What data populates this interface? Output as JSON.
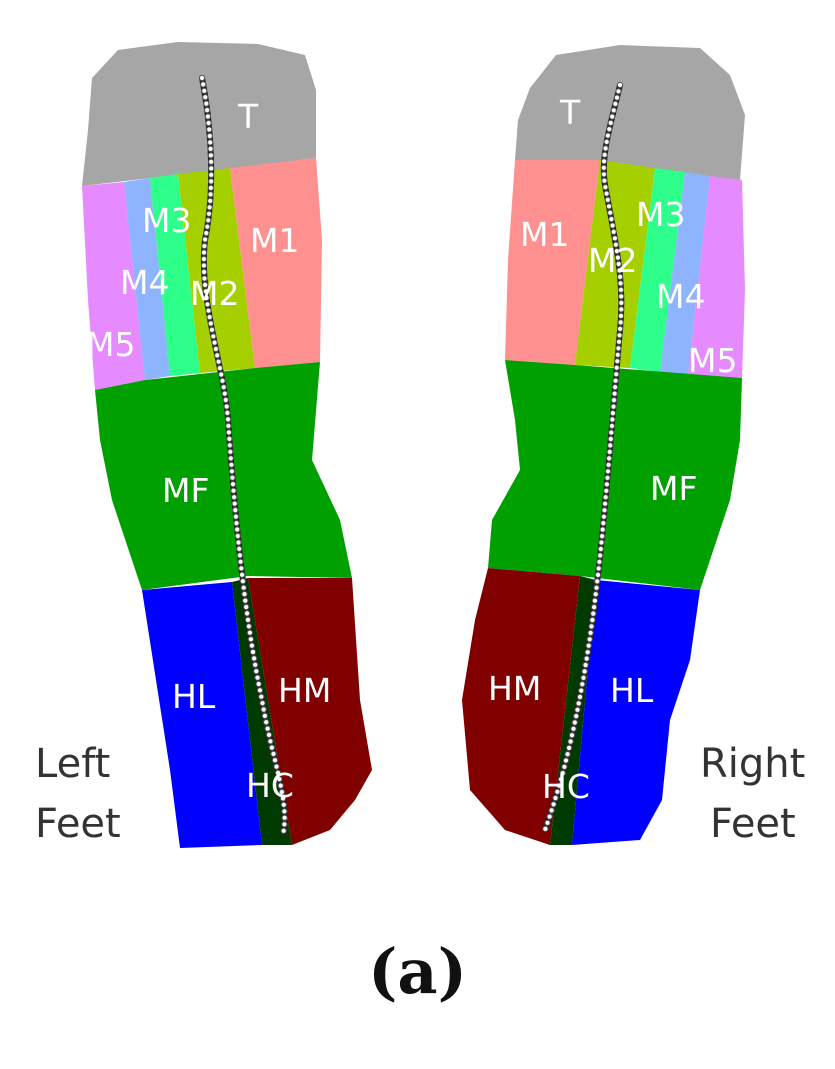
{
  "feet": [
    {
      "id": "left",
      "label_lines": [
        "Left",
        "Feet"
      ],
      "zones": {
        "T": {
          "label": "T",
          "color": "#a6a6a6"
        },
        "M1": {
          "label": "M1",
          "color": "#ff9090"
        },
        "M2": {
          "label": "M2",
          "color": "#a6cf00"
        },
        "M3": {
          "label": "M3",
          "color": "#2dff8a"
        },
        "M4": {
          "label": "M4",
          "color": "#8fb4ff"
        },
        "M5": {
          "label": "M5",
          "color": "#e58aff"
        },
        "MF": {
          "label": "MF",
          "color": "#00a000"
        },
        "HL": {
          "label": "HL",
          "color": "#0000ff"
        },
        "HM": {
          "label": "HM",
          "color": "#800000"
        },
        "HC": {
          "label": "HC",
          "color": "#003a00"
        }
      }
    },
    {
      "id": "right",
      "label_lines": [
        "Right",
        "Feet"
      ],
      "zones": {
        "T": {
          "label": "T",
          "color": "#a6a6a6"
        },
        "M1": {
          "label": "M1",
          "color": "#ff9090"
        },
        "M2": {
          "label": "M2",
          "color": "#a6cf00"
        },
        "M3": {
          "label": "M3",
          "color": "#2dff8a"
        },
        "M4": {
          "label": "M4",
          "color": "#8fb4ff"
        },
        "M5": {
          "label": "M5",
          "color": "#e58aff"
        },
        "MF": {
          "label": "MF",
          "color": "#00a000"
        },
        "HL": {
          "label": "HL",
          "color": "#0000ff"
        },
        "HM": {
          "label": "HM",
          "color": "#800000"
        },
        "HC": {
          "label": "HC",
          "color": "#003a00"
        }
      }
    }
  ],
  "path_colors": {
    "line": "#222222",
    "marker_fill": "#ffffff",
    "marker_stroke": "#555555"
  },
  "caption": "(a)"
}
